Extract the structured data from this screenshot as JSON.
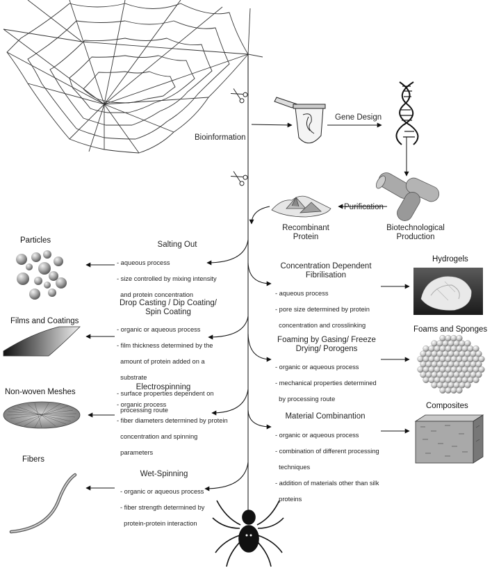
{
  "flow": {
    "bioinformation": "Bioinformation",
    "gene_design": "Gene Design",
    "purification": "Purification",
    "recombinant_protein": "Recombinant\nProtein",
    "biotech_production": "Biotechnological\nProduction"
  },
  "products": {
    "particles": "Particles",
    "films": "Films and Coatings",
    "meshes": "Non-woven Meshes",
    "fibers": "Fibers",
    "hydrogels": "Hydrogels",
    "foams": "Foams and Sponges",
    "composites": "Composites"
  },
  "processes": {
    "salting_out": {
      "title": "Salting Out",
      "bullets": [
        "- aqueous process",
        "- size controlled by mixing intensity",
        "  and protein concentration"
      ]
    },
    "drop_casting": {
      "title": "Drop Casting / Dip Coating/\nSpin Coating",
      "bullets": [
        "- organic or aqueous process",
        "- film thickness determined  by the",
        "  amount of protein added on a",
        "  substrate",
        "- surface properties dependent on",
        "  processing route"
      ]
    },
    "electrospinning": {
      "title": "Electrospinning",
      "bullets": [
        "- organic process",
        "- fiber diameters determined by protein",
        "  concentration and spinning",
        "  parameters"
      ]
    },
    "wet_spinning": {
      "title": "Wet-Spinning",
      "bullets": [
        "- organic or aqueous process",
        "- fiber strength determined by",
        "  protein-protein interaction"
      ]
    },
    "fibrilisation": {
      "title": "Concentration Dependent\nFibrilisation",
      "bullets": [
        "- aqueous process",
        "- pore size determined by protein",
        "  concentration and crosslinking"
      ]
    },
    "foaming": {
      "title": "Foaming by Gasing/ Freeze\nDrying/ Porogens",
      "bullets": [
        "- organic or aqueous process",
        "- mechanical properties determined",
        "  by processing route"
      ]
    },
    "combination": {
      "title": "Material Combinantion",
      "bullets": [
        "- organic or aqueous process",
        "- combination of different processing",
        "  techniques",
        "- addition of materials other than silk",
        "  proteins"
      ]
    }
  },
  "icons": [
    "spider-web",
    "scissors",
    "tube",
    "dna",
    "bacteria",
    "powder",
    "particles",
    "film",
    "mesh",
    "fiber",
    "hydrogel",
    "foam",
    "composite-block",
    "spider"
  ]
}
